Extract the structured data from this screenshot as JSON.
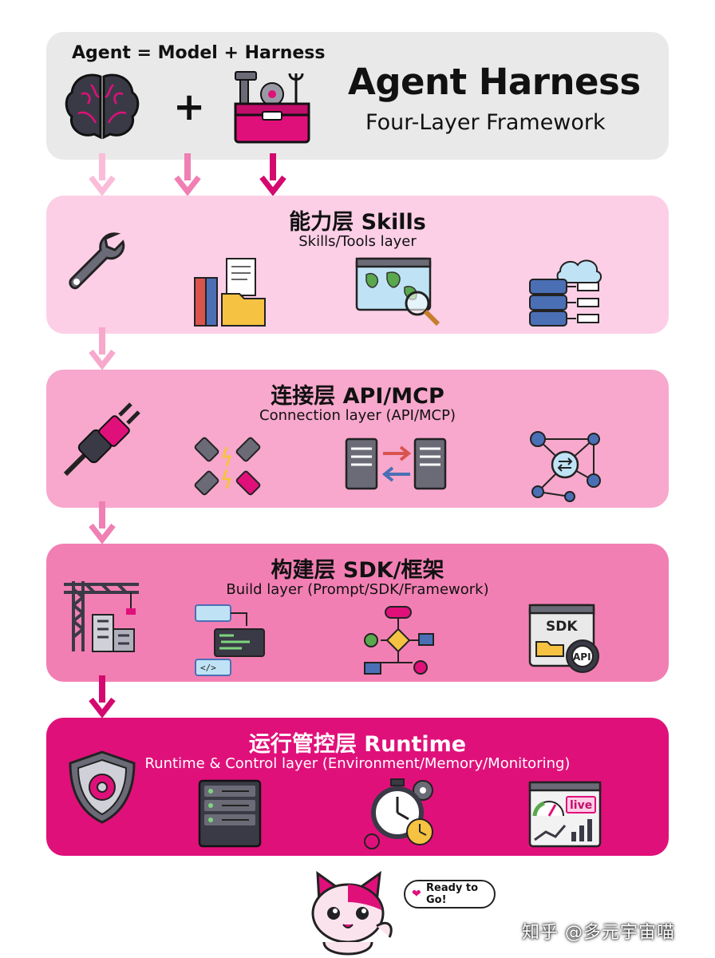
{
  "header": {
    "formula": "Agent = Model + Harness",
    "plus_sign": "+",
    "title": "Agent Harness",
    "subtitle": "Four-Layer Framework",
    "icons": [
      "brain-icon",
      "toolbox-icon"
    ]
  },
  "layers": [
    {
      "title": "能力层 Skills",
      "subtitle": "Skills/Tools layer",
      "color": "#fccfe6",
      "icons": [
        "wrench-icon",
        "documents-folders-icon",
        "world-map-search-icon",
        "database-cloud-icon"
      ]
    },
    {
      "title": "连接层 API/MCP",
      "subtitle": "Connection layer (API/MCP)",
      "color": "#f7a8cc",
      "icons": [
        "plug-icon",
        "plugs-connecting-icon",
        "servers-exchange-icon",
        "network-nodes-icon"
      ]
    },
    {
      "title": "构建层 SDK/框架",
      "subtitle": "Build layer (Prompt/SDK/Framework)",
      "color": "#f27fb3",
      "icons": [
        "construction-crane-icon",
        "code-blocks-icon",
        "flowchart-icon",
        "sdk-api-icon"
      ]
    },
    {
      "title": "运行管控层 Runtime",
      "subtitle": "Runtime & Control layer (Environment/Memory/Monitoring)",
      "color": "#e0107a",
      "icons": [
        "shield-gear-icon",
        "server-rack-icon",
        "stopwatch-gears-icon",
        "live-dashboard-icon"
      ]
    }
  ],
  "icon_labels": {
    "sdk": "SDK",
    "api": "API",
    "live": "live",
    "code_tag": "</>"
  },
  "mascot": {
    "speech": "Ready to Go!",
    "icon": "cat-mascot-icon"
  },
  "watermark": "知乎 @多元宇宙喵",
  "colors": {
    "accent": "#e0107a",
    "dark": "#2d2d36",
    "header_bg": "#e9e9e9"
  }
}
